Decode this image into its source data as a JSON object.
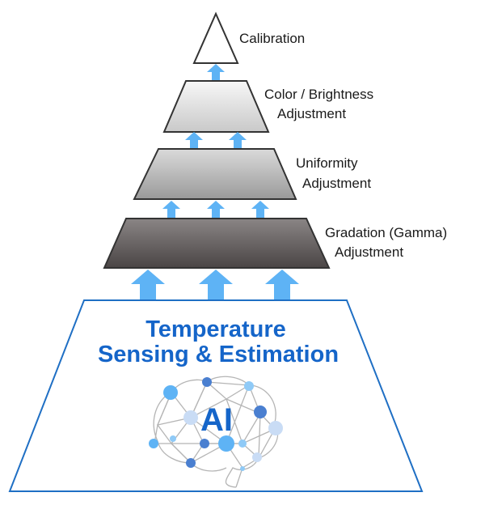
{
  "colors": {
    "arrow": "#5eb3f5",
    "base_border": "#1f6fc4",
    "base_title": "#1565c9",
    "outline": "#333333"
  },
  "levels": [
    {
      "id": "calibration",
      "label_lines": [
        "Calibration"
      ]
    },
    {
      "id": "color-brightness",
      "label_lines": [
        "Color / Brightness",
        "Adjustment"
      ]
    },
    {
      "id": "uniformity",
      "label_lines": [
        "Uniformity",
        "Adjustment"
      ]
    },
    {
      "id": "gradation",
      "label_lines": [
        "Gradation (Gamma)",
        "Adjustment"
      ]
    }
  ],
  "base": {
    "title_lines": [
      "Temperature",
      "Sensing & Estimation"
    ],
    "icon": "ai-brain-network-icon",
    "icon_text": "AI"
  }
}
